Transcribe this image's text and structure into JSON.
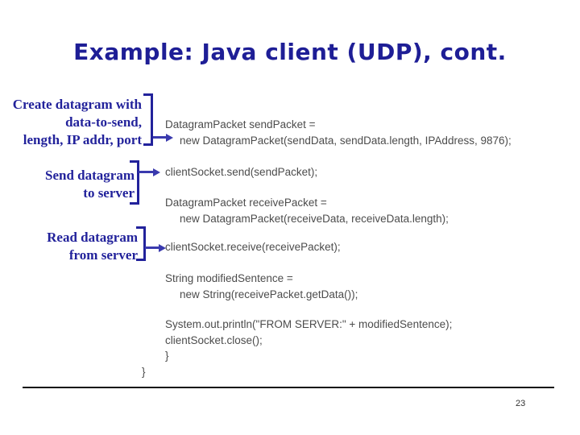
{
  "title": "Example: Java client (UDP), cont.",
  "page_number": "23",
  "colors": {
    "title_navy": "#1e1e96",
    "label_navy": "#22229b",
    "arrow_blue": "#3a3aae",
    "code_gray": "#4c4c4c"
  },
  "annotations": [
    {
      "lines": [
        "Create datagram with",
        "data-to-send,",
        "length, IP addr, port"
      ]
    },
    {
      "lines": [
        "Send datagram",
        "to server"
      ]
    },
    {
      "lines": [
        "Read datagram",
        "from server"
      ]
    }
  ],
  "code": {
    "blocks": [
      {
        "lines": [
          "DatagramPacket sendPacket =",
          "new DatagramPacket(sendData, sendData.length, IPAddress, 9876);"
        ]
      },
      {
        "lines": [
          "clientSocket.send(sendPacket);"
        ]
      },
      {
        "lines": [
          "DatagramPacket receivePacket =",
          "new DatagramPacket(receiveData, receiveData.length);"
        ]
      },
      {
        "lines": [
          "clientSocket.receive(receivePacket);"
        ]
      },
      {
        "lines": [
          "String modifiedSentence =",
          "new String(receivePacket.getData());"
        ]
      },
      {
        "lines": [
          "System.out.println(\"FROM SERVER:\" + modifiedSentence);",
          "clientSocket.close();",
          "}"
        ]
      }
    ],
    "closing_brace": "}"
  }
}
